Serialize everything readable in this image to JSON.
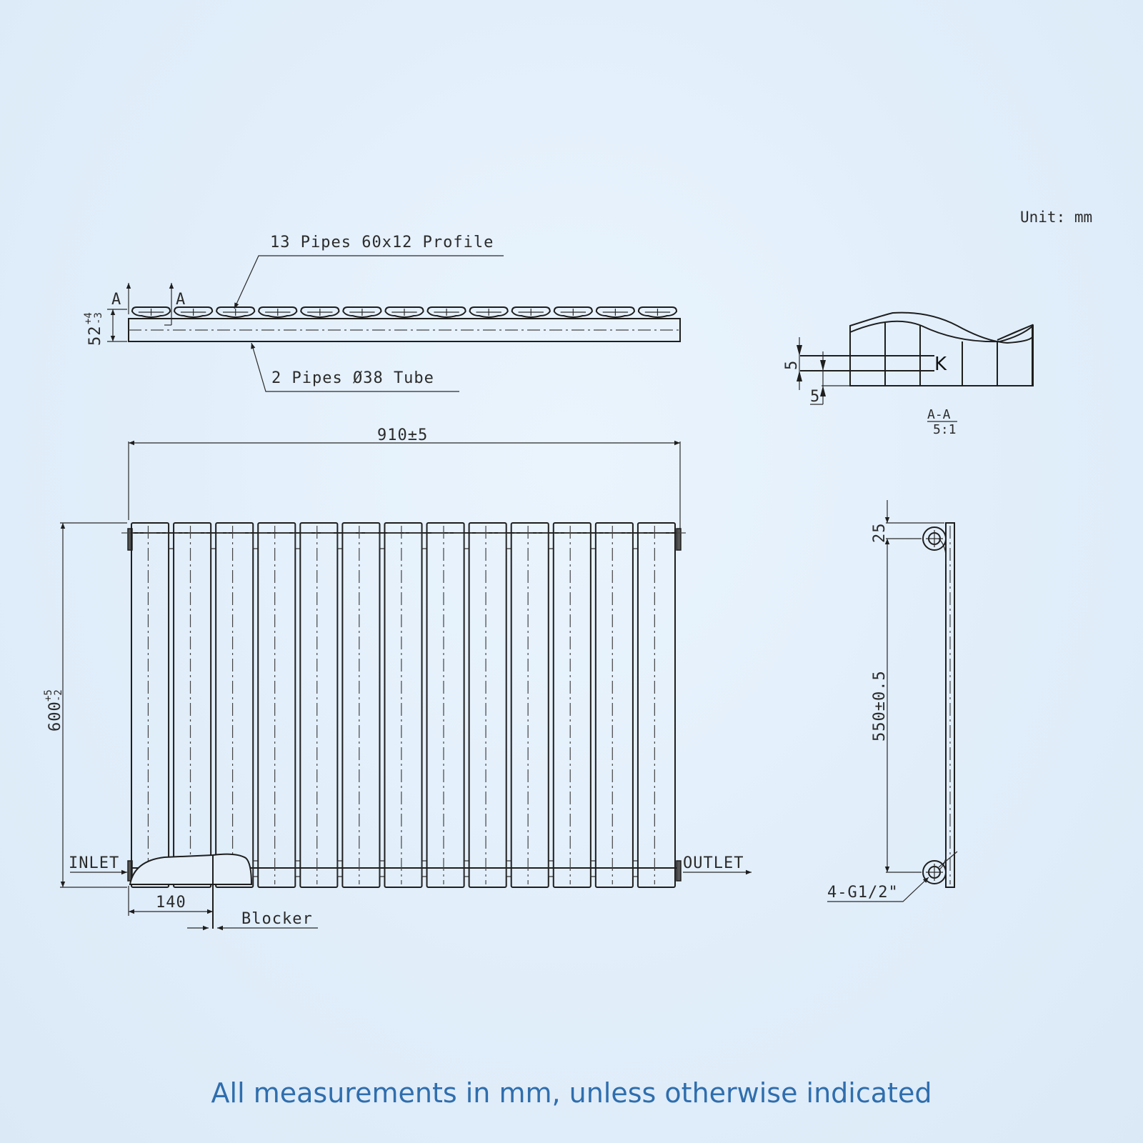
{
  "drawing": {
    "unit_label": "Unit: mm",
    "top_view": {
      "profile_callout": "13 Pipes 60x12 Profile",
      "tube_callout": "2 Pipes Ø38 Tube",
      "depth_dim": "52",
      "depth_tol_upper": "+4",
      "depth_tol_lower": "-3",
      "section_mark_left": "A",
      "section_mark_right": "A",
      "pipe_count": 13
    },
    "section_view": {
      "label": "A-A",
      "scale": "5:1",
      "dim_upper": "5",
      "dim_lower": "5",
      "marker": "K"
    },
    "front_view": {
      "width_dim": "910±5",
      "height_dim": "600",
      "height_tol_upper": "+5",
      "height_tol_lower": "-2",
      "inlet_label": "INLET",
      "outlet_label": "OUTLET",
      "blocker_offset_dim": "140",
      "blocker_label": "Blocker",
      "pipe_count": 13
    },
    "side_view": {
      "top_offset_dim": "25",
      "center_dim": "550±0.5",
      "connection_label": "4-G1/2\""
    }
  },
  "footer": {
    "note": "All measurements in mm, unless otherwise indicated",
    "color": "#2f6ead"
  }
}
